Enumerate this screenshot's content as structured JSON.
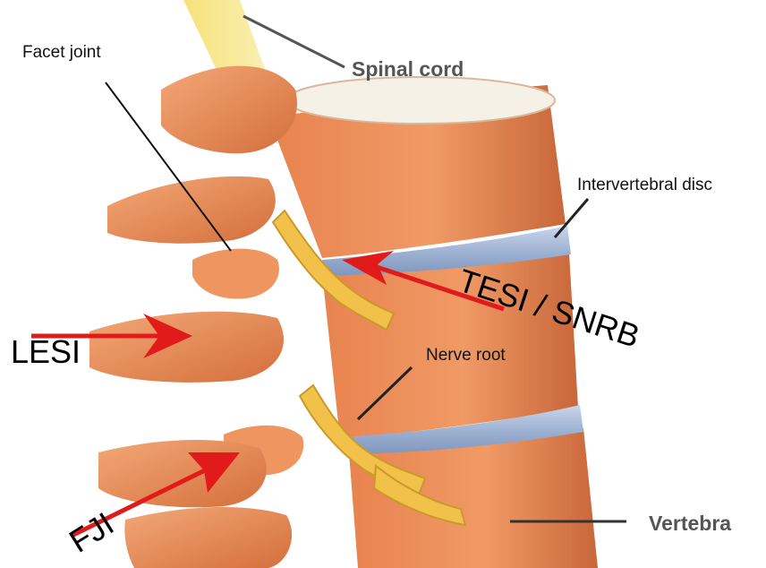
{
  "labels": {
    "facet_joint": "Facet joint",
    "spinal_cord": "Spinal cord",
    "intervertebral_disc": "Intervertebral disc",
    "nerve_root": "Nerve root",
    "vertebra": "Vertebra"
  },
  "procedures": {
    "lesi": "LESI",
    "tesi_snrb": "TESI / SNRB",
    "fji": "FJI"
  },
  "colors": {
    "bone": "#e8834f",
    "bone_light": "#f3a877",
    "bone_dark": "#b85a2e",
    "disc": "#9fb3d3",
    "nerve": "#f2c14a",
    "spinal_cord": "#f6e27a",
    "arrow": "#e11a1a",
    "leader_grey": "#555555"
  }
}
